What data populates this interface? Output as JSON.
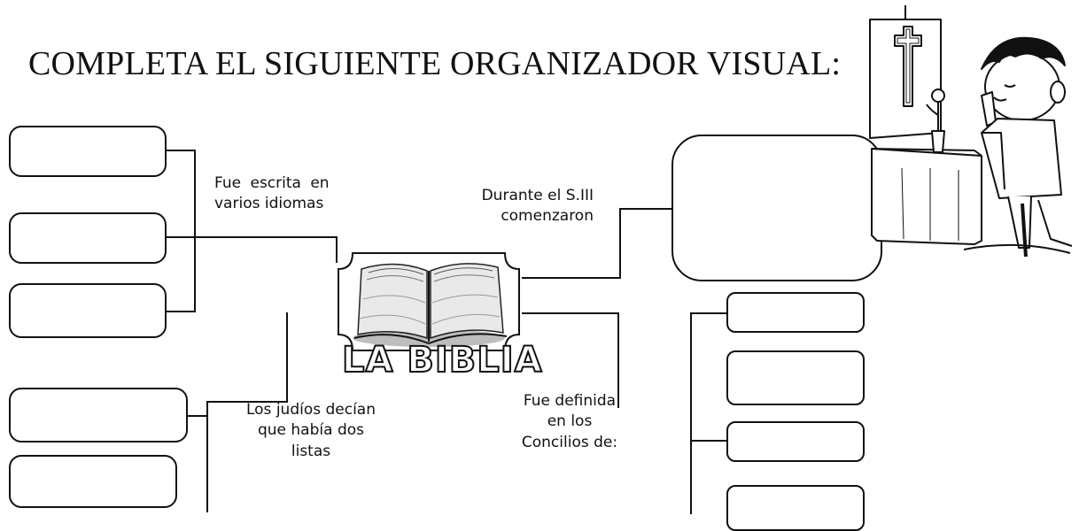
{
  "title": "COMPLETA EL SIGUIENTE ORGANIZADOR VISUAL:",
  "center": {
    "caption": "LA BIBLIA",
    "icon": "open-book-icon"
  },
  "branches": {
    "languages": [
      "Fue escrita en",
      "varios idiomas"
    ],
    "century": [
      "Durante el S.III",
      "comenzaron"
    ],
    "jews": [
      "Los judíos decían",
      "que había dos",
      "listas"
    ],
    "councils": [
      "Fue definida",
      "en los",
      "Concilios de:"
    ]
  },
  "answer_boxes": {
    "languages": [
      "",
      "",
      ""
    ],
    "jews": [
      "",
      ""
    ],
    "century": [
      ""
    ],
    "councils": [
      "",
      "",
      "",
      ""
    ]
  },
  "decoration": {
    "icon": "praying-boy-altar-cross-icon"
  }
}
